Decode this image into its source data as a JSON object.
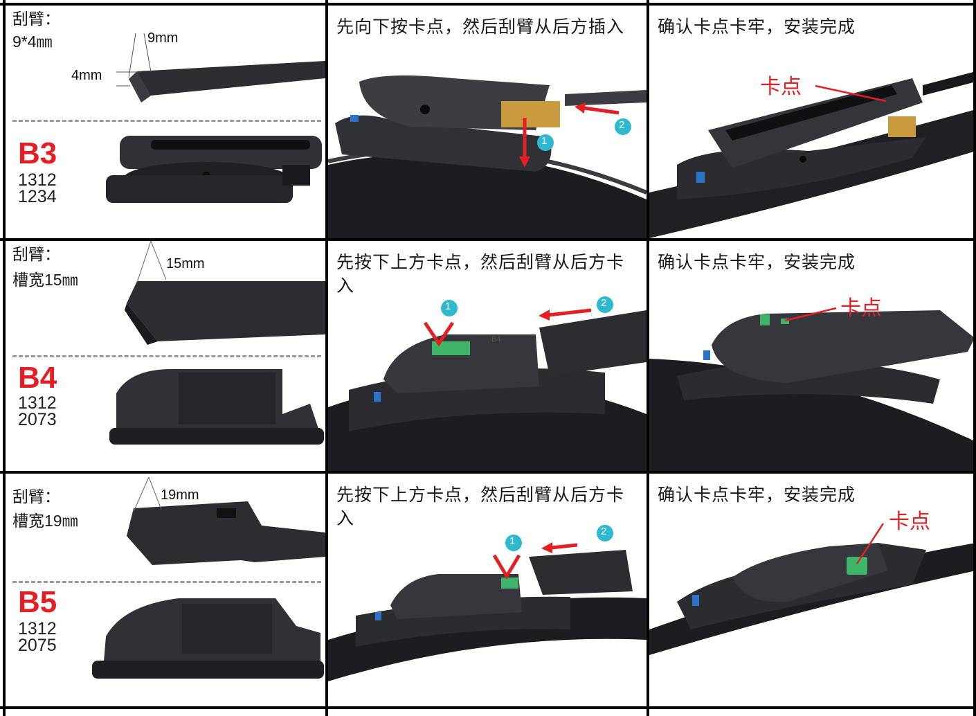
{
  "rows": [
    {
      "arm_label": "刮臂：",
      "arm_size": "9*4㎜",
      "dim_a": "9mm",
      "dim_b": "4mm",
      "model": "B3",
      "code1": "1312",
      "code2": "1234",
      "step1_text": "先向下按卡点，然后刮臂从后方插入",
      "step2_text": "确认卡点卡牢，安装完成",
      "clip_label": "卡点",
      "badge1": "1",
      "badge2": "2"
    },
    {
      "arm_label": "刮臂：",
      "arm_size": "槽宽15㎜",
      "dim_a": "15mm",
      "model": "B4",
      "code1": "1312",
      "code2": "2073",
      "step1_text": "先按下上方卡点，然后刮臂从后方卡入",
      "step2_text": "确认卡点卡牢，安装完成",
      "clip_label": "卡点",
      "badge1": "1",
      "badge2": "2",
      "part_mark": "B4"
    },
    {
      "arm_label": "刮臂：",
      "arm_size": "槽宽19㎜",
      "dim_a": "19mm",
      "model": "B5",
      "code1": "1312",
      "code2": "2075",
      "step1_text": "先按下上方卡点，然后刮臂从后方卡入",
      "step2_text": "确认卡点卡牢，安装完成",
      "clip_label": "卡点",
      "badge1": "1",
      "badge2": "2"
    }
  ],
  "colors": {
    "accent_red": "#e41f23",
    "badge_teal": "#2fb9cf",
    "clip_green": "#3fb56a",
    "clip_gold": "#c99a3e",
    "plastic_dark": "#2b2d31"
  }
}
